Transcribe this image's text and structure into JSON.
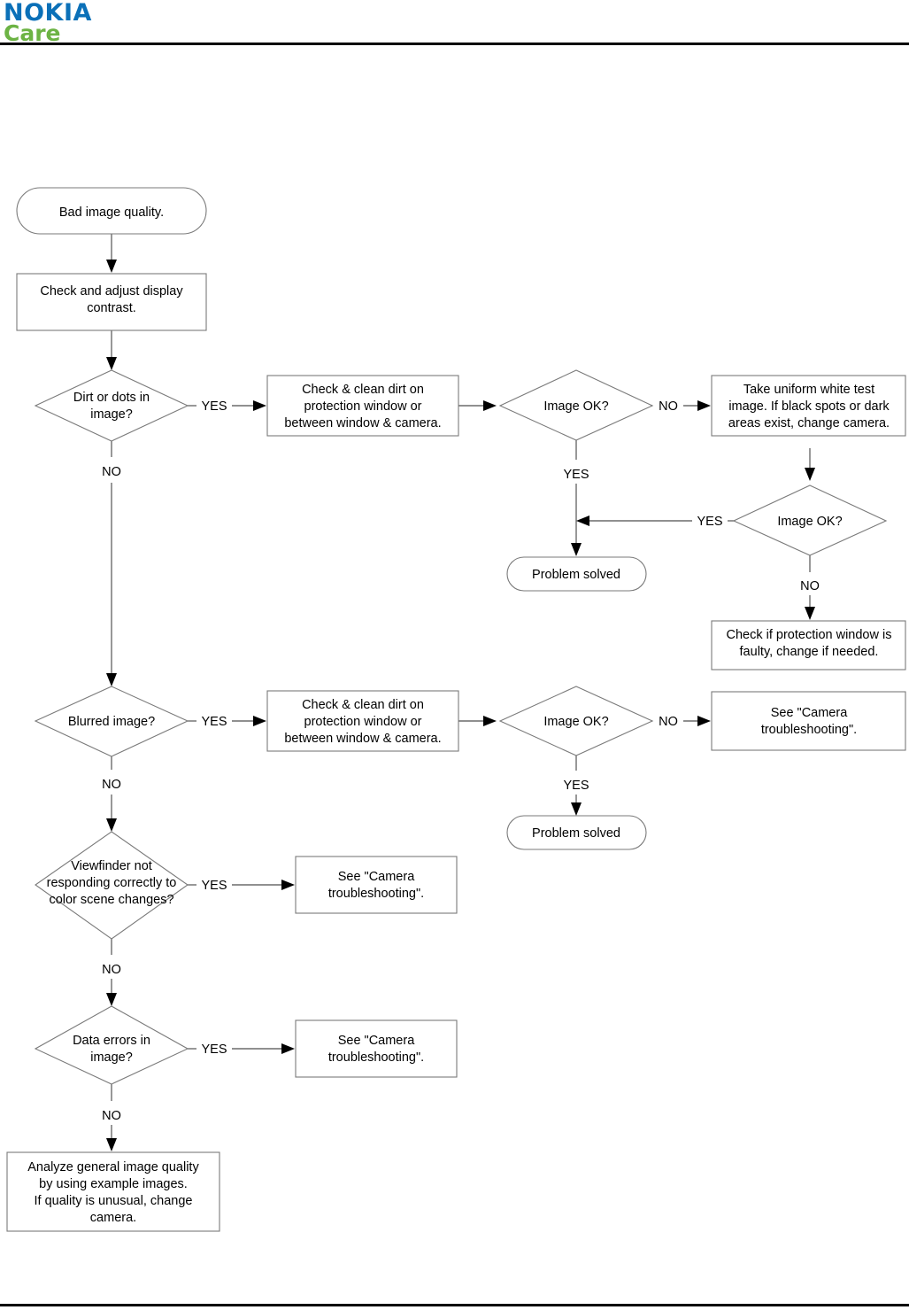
{
  "header": {
    "logo_primary": "NOKIA",
    "logo_secondary": "Care",
    "logo_primary_color": "#0b70b8",
    "logo_secondary_color": "#6cb344"
  },
  "diagram": {
    "type": "flowchart",
    "title": "Bad image quality troubleshooting",
    "nodes": {
      "start": {
        "shape": "terminator",
        "lines": [
          "Bad image quality."
        ]
      },
      "contrast": {
        "shape": "process",
        "lines": [
          "Check and adjust display",
          "contrast."
        ]
      },
      "dirt_q": {
        "shape": "decision",
        "lines": [
          "Dirt or dots in",
          "image?"
        ]
      },
      "clean_1": {
        "shape": "process",
        "lines": [
          "Check & clean dirt on",
          "protection window or",
          "between window & camera."
        ]
      },
      "ok_1": {
        "shape": "decision",
        "lines": [
          "Image OK?"
        ]
      },
      "white_test": {
        "shape": "process",
        "lines": [
          "Take uniform white test",
          "image. If black spots or dark",
          "areas exist, change camera."
        ]
      },
      "ok_2": {
        "shape": "decision",
        "lines": [
          "Image OK?"
        ]
      },
      "solved_1": {
        "shape": "terminator",
        "lines": [
          "Problem solved"
        ]
      },
      "window_faulty": {
        "shape": "process",
        "lines": [
          "Check if protection window is",
          "faulty, change if needed."
        ]
      },
      "blurred_q": {
        "shape": "decision",
        "lines": [
          "Blurred image?"
        ]
      },
      "clean_2": {
        "shape": "process",
        "lines": [
          "Check & clean dirt on",
          "protection window or",
          "between window & camera."
        ]
      },
      "ok_3": {
        "shape": "decision",
        "lines": [
          "Image OK?"
        ]
      },
      "see_camera_1": {
        "shape": "process",
        "lines": [
          "See \"Camera",
          "troubleshooting\"."
        ]
      },
      "solved_2": {
        "shape": "terminator",
        "lines": [
          "Problem solved"
        ]
      },
      "viewfinder_q": {
        "shape": "decision",
        "lines": [
          "Viewfinder not",
          "responding correctly to",
          "color scene changes?"
        ]
      },
      "see_camera_2": {
        "shape": "process",
        "lines": [
          "See \"Camera",
          "troubleshooting\"."
        ]
      },
      "data_errors_q": {
        "shape": "decision",
        "lines": [
          "Data errors in",
          "image?"
        ]
      },
      "see_camera_3": {
        "shape": "process",
        "lines": [
          "See \"Camera",
          "troubleshooting\"."
        ]
      },
      "analyze": {
        "shape": "process",
        "lines": [
          "Analyze general image quality",
          "by using example images.",
          "If quality is unusual, change",
          "camera."
        ]
      }
    },
    "edge_labels": {
      "dirt_yes": "YES",
      "dirt_no": "NO",
      "ok1_no": "NO",
      "ok1_yes": "YES",
      "ok2_yes": "YES",
      "ok2_no": "NO",
      "blurred_yes": "YES",
      "blurred_no": "NO",
      "ok3_no": "NO",
      "ok3_yes": "YES",
      "viewfinder_yes": "YES",
      "viewfinder_no": "NO",
      "data_yes": "YES",
      "data_no": "NO"
    }
  }
}
